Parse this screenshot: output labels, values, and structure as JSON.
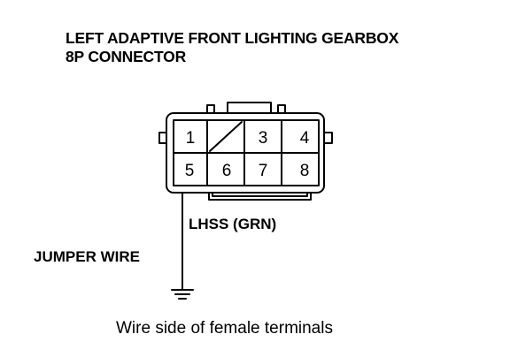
{
  "title_line1": "LEFT ADAPTIVE FRONT LIGHTING GEARBOX",
  "title_line2": "8P CONNECTOR",
  "connector": {
    "pins_top": [
      "1",
      "",
      "3",
      "4"
    ],
    "pins_bottom": [
      "5",
      "6",
      "7",
      "8"
    ]
  },
  "labels": {
    "lhss": "LHSS (GRN)",
    "jumper_wire": "JUMPER WIRE"
  },
  "caption": "Wire side of female terminals"
}
